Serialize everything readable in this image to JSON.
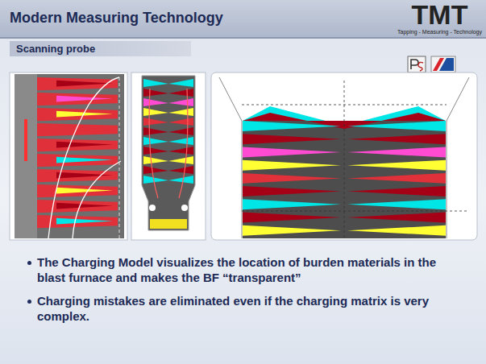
{
  "diagram": {
    "title": "Modern Measuring Technology",
    "nodes": [
      {
        "text": [
          "Scanning probe"
        ]
      }
    ],
    "labels": [
      "TMT",
      "Tapping - Measuring - Technology",
      "The Charging Model visualizes the location of burden materials in the blast furnace and makes the BF “transparent”",
      "Charging mistakes are eliminated even if the charging matrix is very complex."
    ]
  }
}
